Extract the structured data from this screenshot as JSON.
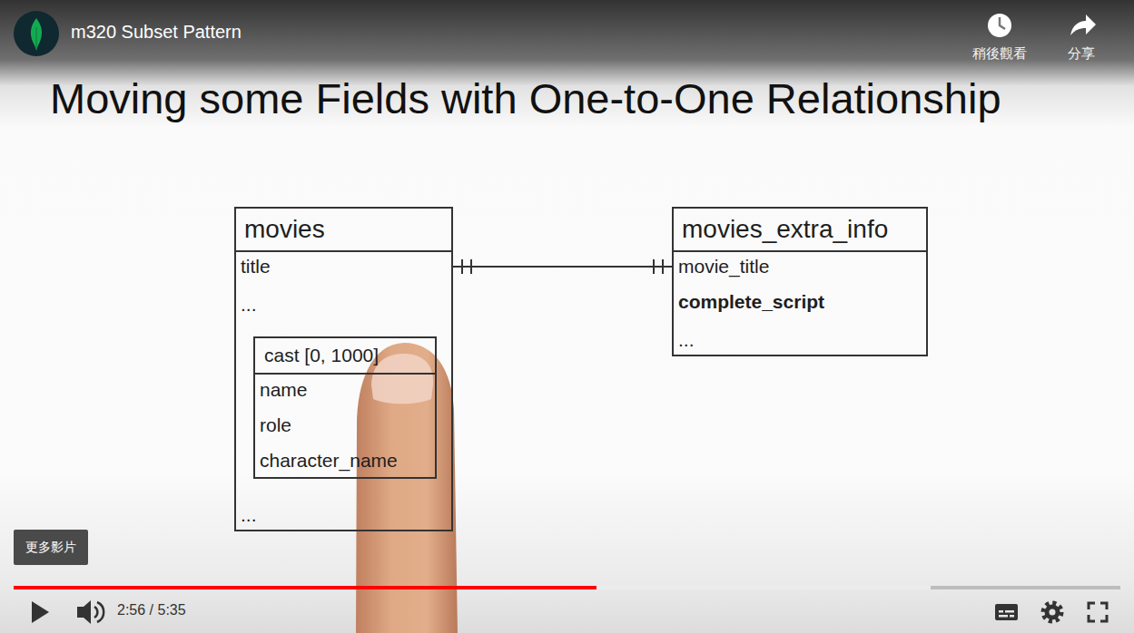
{
  "diagram": {
    "title": "Moving some Fields with One-to-One Relationship",
    "nodes": [
      {
        "text": [
          "movies",
          "title",
          "...",
          "..."
        ]
      },
      {
        "text": [
          "cast [0, 1000]",
          "name",
          "role",
          "character_name"
        ],
        "in": 0
      },
      {
        "text": [
          "movies_extra_info",
          "movie_title",
          "complete_script",
          "..."
        ]
      }
    ],
    "edges": [
      {
        "from": 0,
        "to": 2,
        "arrow": "both"
      }
    ],
    "labels": [
      "m320 Subset Pattern",
      "稍後觀看",
      "分享",
      "更多影片",
      "2:56 / 5:35"
    ]
  }
}
